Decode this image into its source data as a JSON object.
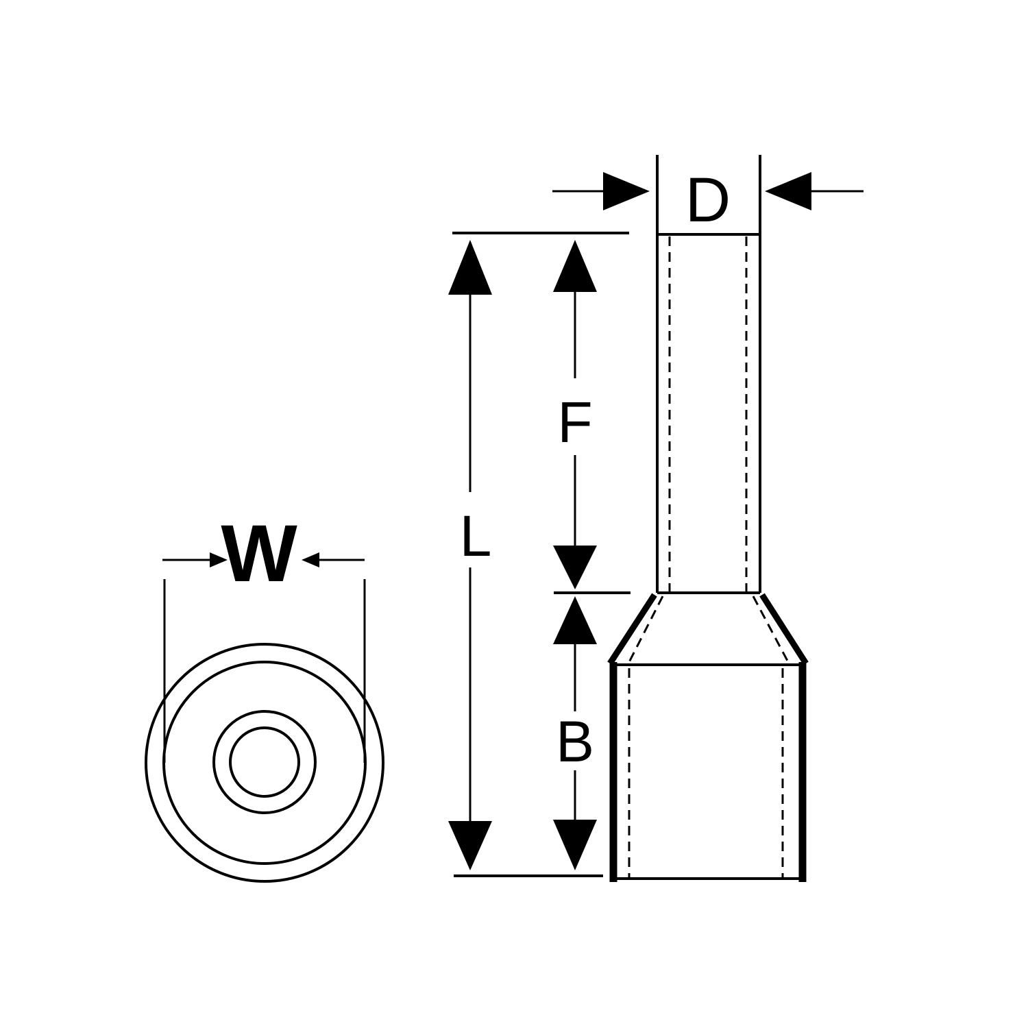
{
  "diagram": {
    "labels": {
      "w": "W",
      "d": "D",
      "f": "F",
      "l": "L",
      "b": "B"
    },
    "colors": {
      "line": "#000000",
      "background": "#ffffff"
    }
  }
}
